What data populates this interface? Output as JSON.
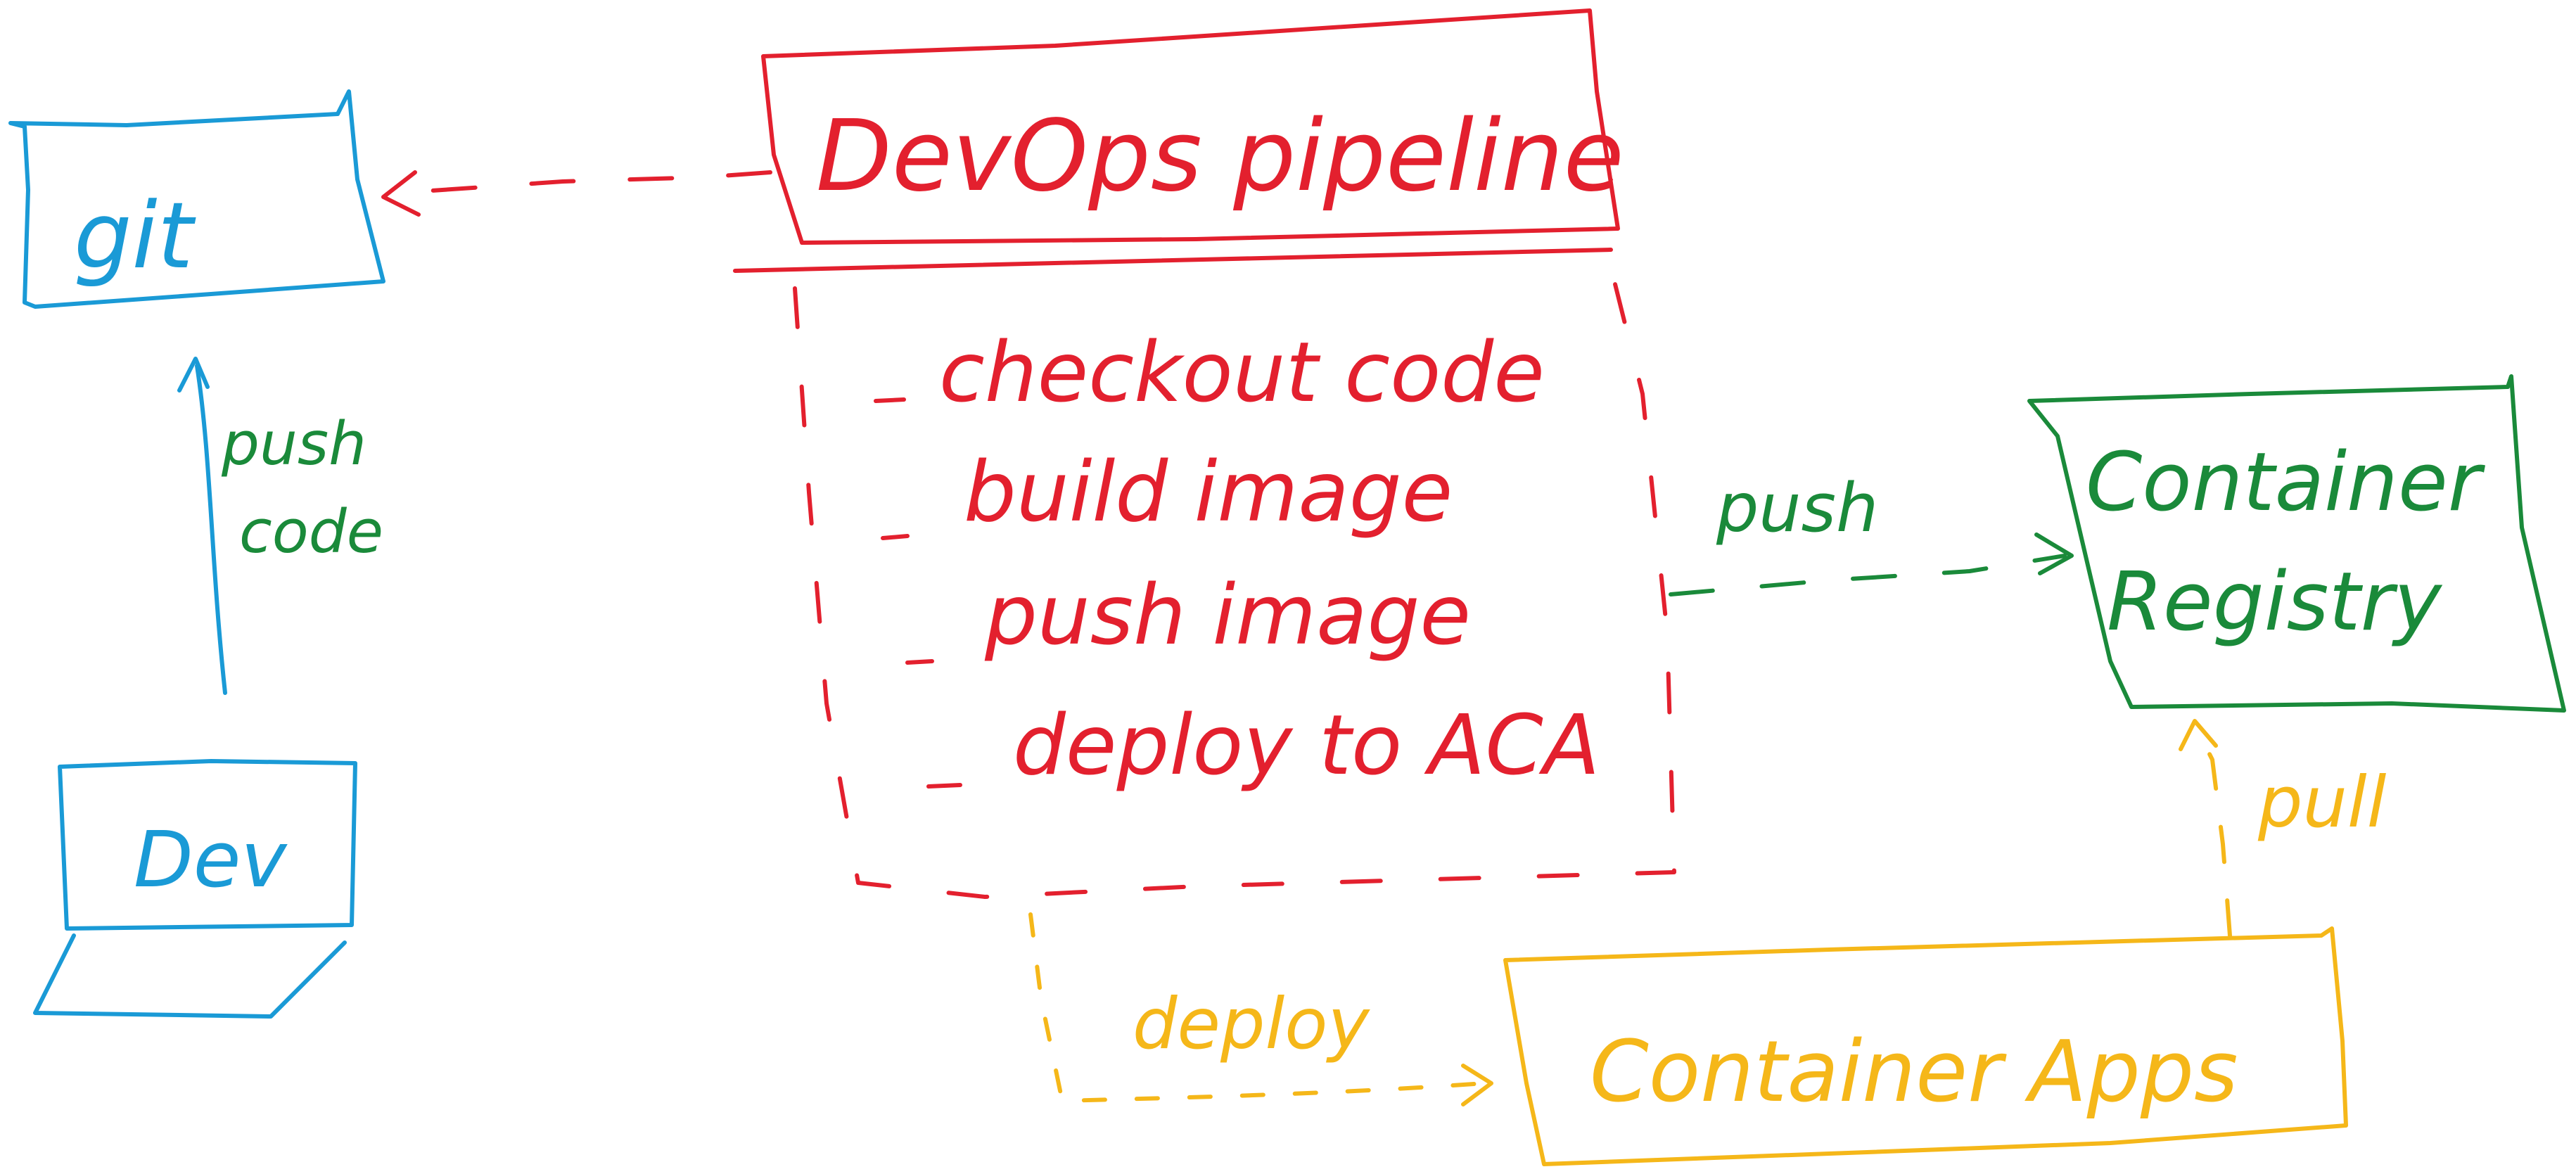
{
  "colors": {
    "blue": "#1a9ad6",
    "red": "#e3202e",
    "green": "#1a8a3a",
    "yellow": "#f5b719"
  },
  "nodes": {
    "git": {
      "label": "git"
    },
    "dev": {
      "label": "Dev"
    },
    "pipeline": {
      "title": "DevOps pipeline",
      "steps": [
        "checkout code",
        "build image",
        "push image",
        "deploy to ACA"
      ]
    },
    "registry": {
      "line1": "Container",
      "line2": "Registry"
    },
    "apps": {
      "label": "Container Apps"
    }
  },
  "edges": {
    "push_code": {
      "line1": "push",
      "line2": "code"
    },
    "push_image": {
      "label": "push"
    },
    "pull": {
      "label": "pull"
    },
    "deploy": {
      "label": "deploy"
    }
  }
}
